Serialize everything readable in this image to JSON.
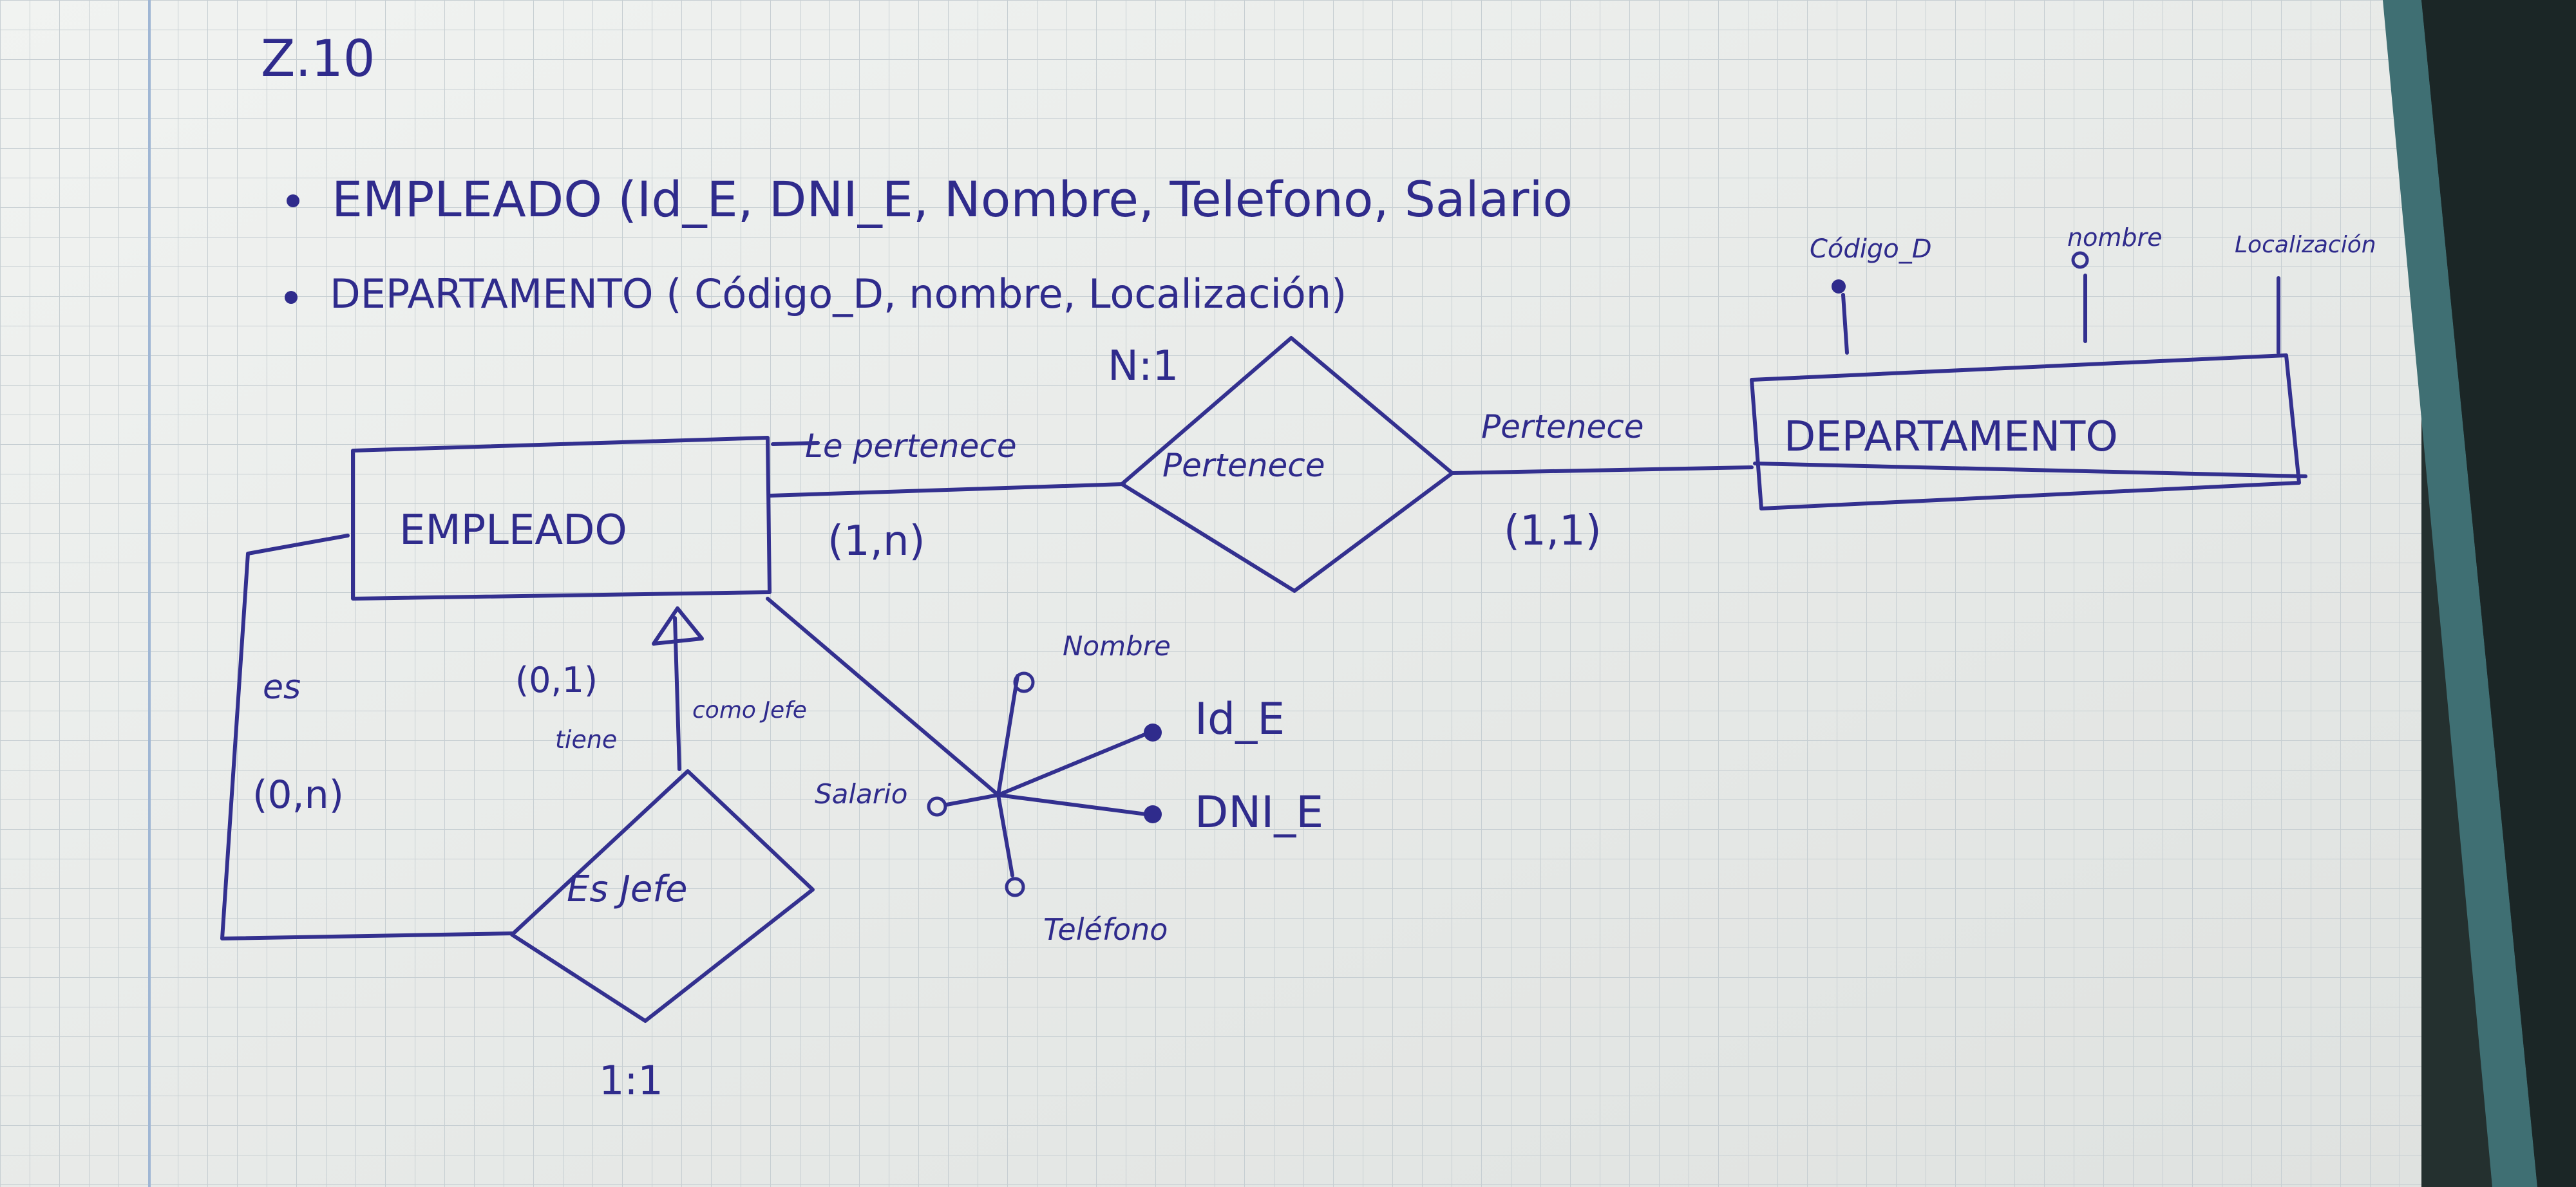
{
  "exercise_number": "Z.10",
  "schema": {
    "empleado": "EMPLEADO (Id_E, DNI_E, Nombre, Telefono, Salario",
    "departamento": "DEPARTAMENTO ( Código_D, nombre, Localización)"
  },
  "entities": {
    "empleado": "EMPLEADO",
    "departamento": "DEPARTAMENTO"
  },
  "relationships": {
    "pertenece": "Pertenece",
    "es_jefe": "Es Jefe"
  },
  "relationship_labels": {
    "pertenece_cardinality": "N:1",
    "le_pertenece": "Le pertenece",
    "pertenece_side": "Pertenece",
    "empleado_side_card": "(1,n)",
    "departamento_side_card": "(1,1)",
    "es": "es",
    "es_card": "(0,n)",
    "tiene_card": "(0,1)",
    "tiene": "tiene",
    "como_jefe": "como Jefe",
    "es_jefe_cardinality": "1:1"
  },
  "empleado_attributes": {
    "nombre": "Nombre",
    "id": "Id_E",
    "dni": "DNI_E",
    "salario": "Salario",
    "telefono": "Teléfono"
  },
  "departamento_attributes": {
    "codigo": "Código_D",
    "nombre": "nombre",
    "localizacion": "Localización"
  },
  "colors": {
    "ink": "#2f2b8c",
    "paper": "#eef0ee",
    "grid": "#c4ccd0",
    "margin_line": "#9fb6d4"
  }
}
